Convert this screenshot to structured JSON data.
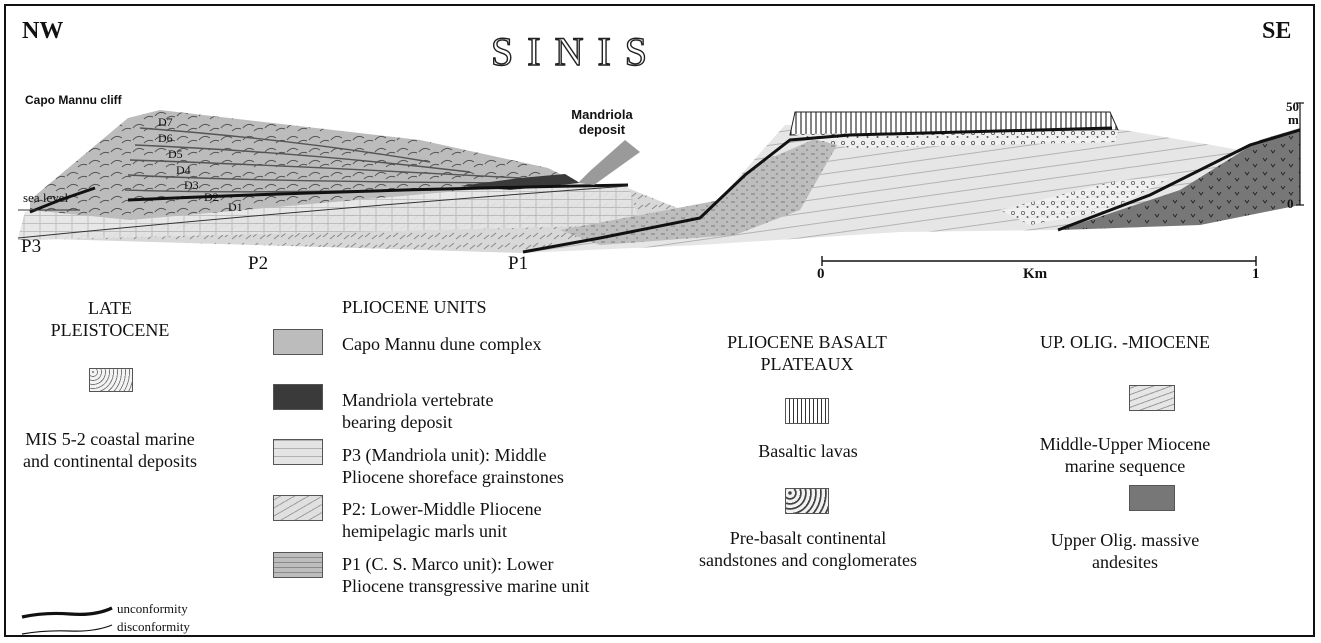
{
  "header": {
    "left_label": "NW",
    "title": "SINIS",
    "right_label": "SE"
  },
  "section": {
    "cliff_label": "Capo Mannu cliff",
    "deposit_label": "Mandriola deposit",
    "sea_level": "sea level",
    "dune_labels": [
      "D7",
      "D6",
      "D5",
      "D4",
      "D3",
      "D2",
      "D1"
    ],
    "unit_labels": [
      "P3",
      "P2",
      "P1"
    ],
    "vertical_scale": {
      "top": "50",
      "unit": "m",
      "bottom": "0"
    },
    "horizontal_scale": {
      "start": "0",
      "unit": "Km",
      "end": "1"
    }
  },
  "legend": {
    "late_pleistocene": {
      "heading": "LATE PLEISTOCENE",
      "item": "MIS 5-2 coastal marine and continental deposits"
    },
    "line_types": [
      "unconformity",
      "disconformity"
    ],
    "pliocene_units": {
      "heading": "PLIOCENE UNITS",
      "items": [
        "Capo Mannu dune complex",
        "Mandriola vertebrate bearing deposit",
        "P3 (Mandriola unit): Middle Pliocene shoreface grainstones",
        "P2: Lower-Middle Pliocene hemipelagic marls unit",
        "P1 (C. S. Marco unit): Lower Pliocene transgressive marine unit"
      ]
    },
    "basalt_plateaux": {
      "heading": "PLIOCENE BASALT PLATEAUX",
      "items": [
        "Basaltic lavas",
        "Pre-basalt continental sandstones and conglomerates"
      ]
    },
    "olig_miocene": {
      "heading": "UP. OLIG. -MIOCENE",
      "items": [
        "Middle-Upper Miocene marine sequence",
        "Upper Olig. massive andesites"
      ]
    }
  }
}
